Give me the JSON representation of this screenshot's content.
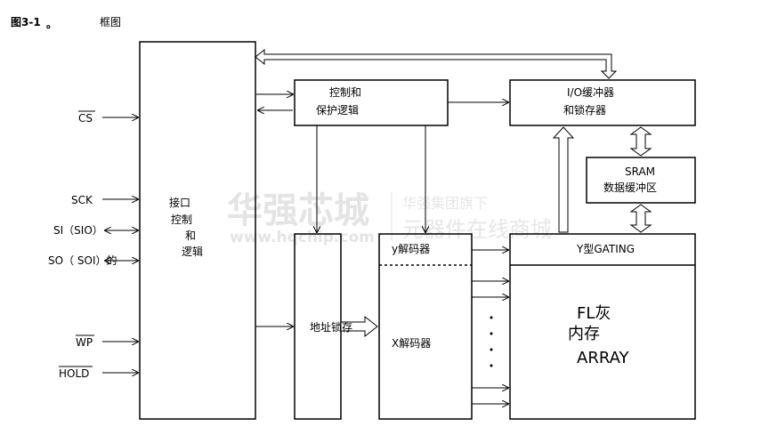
{
  "caption": {
    "figure": "图3-1",
    "dot": "。",
    "title": "框图"
  },
  "watermark": {
    "brand": "华强芯城",
    "url": "www.hqchip.com",
    "line1": "华强集团旗下",
    "line2": "元器件在线商城"
  },
  "signals": {
    "cs": "CS",
    "sck": "SCK",
    "si": "SI（SIO）",
    "so": "SO（ SOI）的",
    "wp": "WP",
    "hold": "HOLD"
  },
  "blocks": {
    "interface": [
      "接口",
      "控制",
      "和",
      "逻辑"
    ],
    "control": [
      "控制和",
      "保护逻辑"
    ],
    "io": [
      "I/O缓冲器",
      "和锁存器"
    ],
    "sram": [
      "SRAM",
      "数据缓冲区"
    ],
    "ygating": "Y型GATING",
    "latch": "地址锁存",
    "ydecoder": "y解码器",
    "xdecoder": "X解码器",
    "array": [
      "FL灰",
      "内存",
      "ARRAY"
    ]
  }
}
